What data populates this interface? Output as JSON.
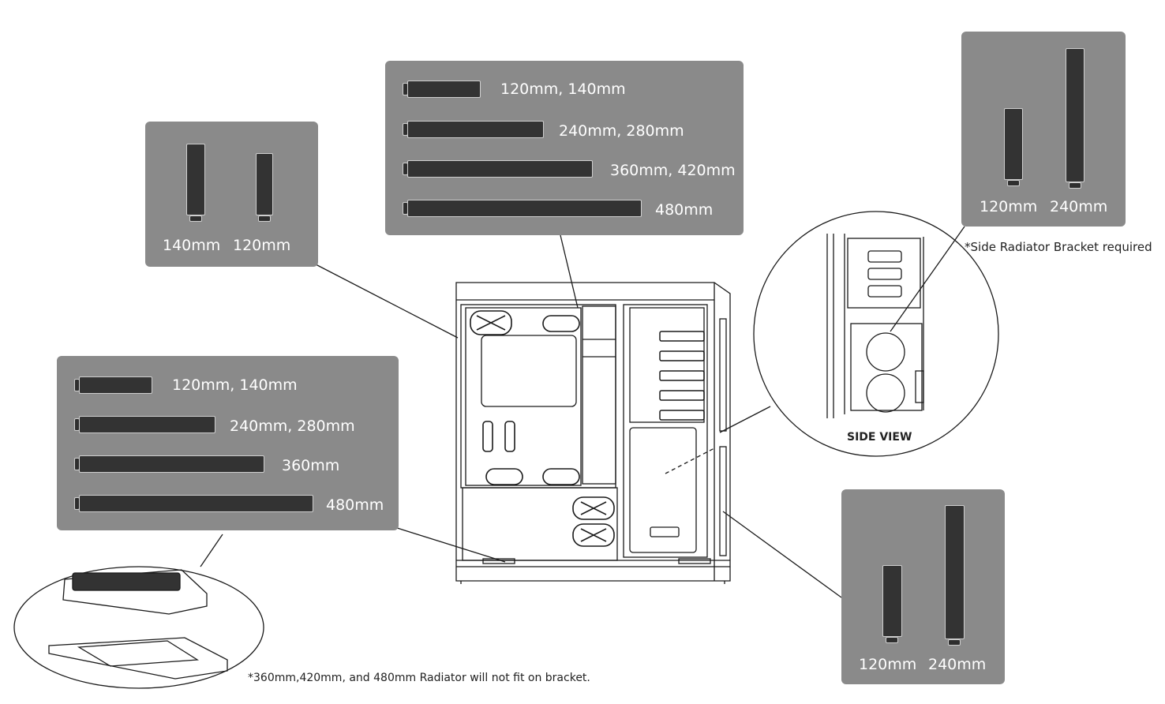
{
  "top_center_panel": {
    "labels": [
      "120mm, 140mm",
      "240mm, 280mm",
      "360mm, 420mm",
      "480mm"
    ]
  },
  "left_top_panel": {
    "labels": [
      "140mm",
      "120mm"
    ]
  },
  "right_top_panel": {
    "labels": [
      "120mm",
      "240mm"
    ]
  },
  "right_top_note": "*Side Radiator Bracket required",
  "side_view_label": "SIDE VIEW",
  "bottom_left_panel": {
    "labels": [
      "120mm, 140mm",
      "240mm, 280mm",
      "360mm",
      "480mm"
    ]
  },
  "bottom_right_panel": {
    "labels": [
      "120mm",
      "240mm"
    ]
  },
  "bracket_note": "*360mm,420mm, and 480mm Radiator will not fit on bracket.",
  "colors": {
    "panel": "#8a8a8a",
    "radiator": "#333333",
    "line": "#1a1a1a"
  }
}
